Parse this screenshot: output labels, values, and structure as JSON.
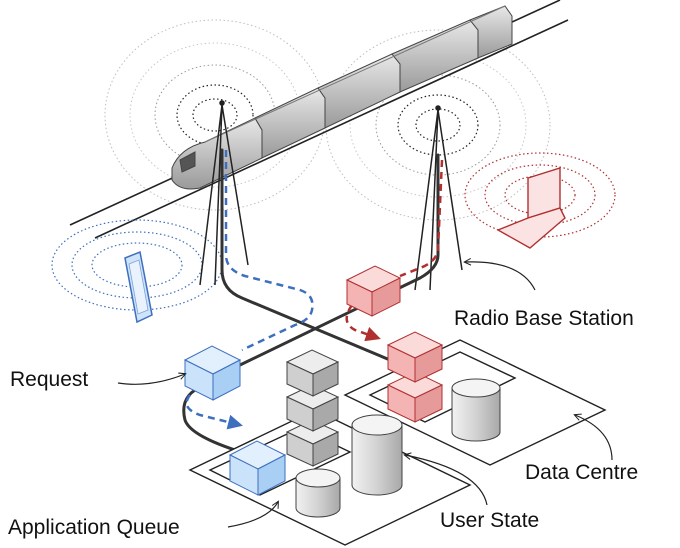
{
  "labels": {
    "radio_base_station": "Radio Base Station",
    "request": "Request",
    "data_centre": "Data Centre",
    "user_state": "User State",
    "application_queue": "Application Queue"
  },
  "colors": {
    "blue": "#3d6fbf",
    "red": "#b03030",
    "red_fill": "#f4b4b4",
    "blue_fill": "#a9cff5",
    "gray_fill": "#cfcfcf",
    "link": "#333333"
  }
}
